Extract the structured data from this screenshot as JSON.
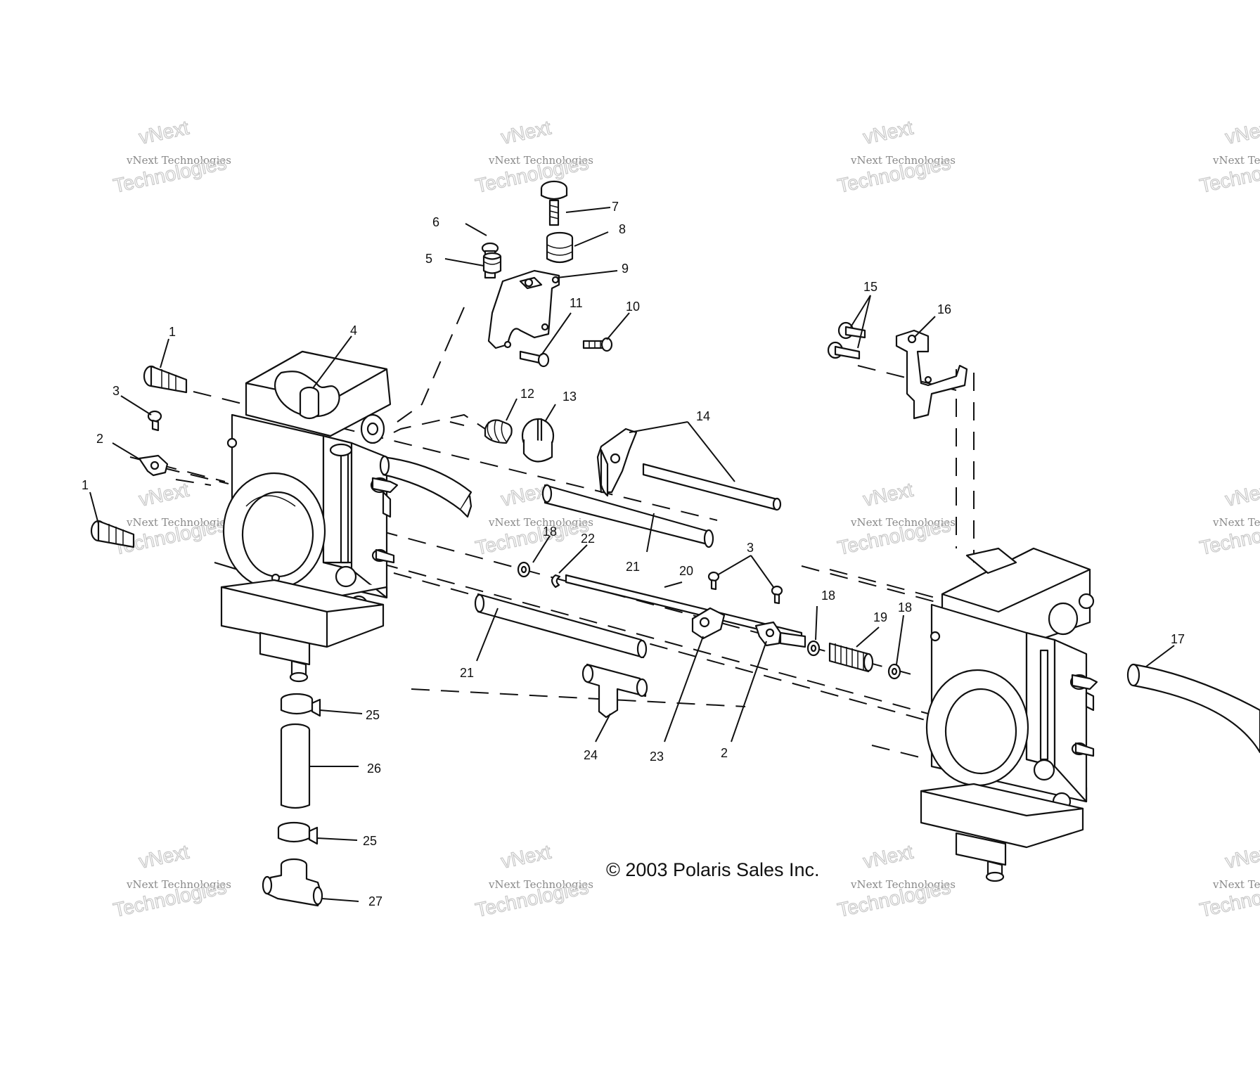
{
  "copyright": "© 2003 Polaris Sales Inc.",
  "watermark": {
    "line1": "vNext",
    "line2": "vNext Technologies",
    "line3": "Technologies"
  },
  "callouts": {
    "c1a": "1",
    "c1b": "1",
    "c2a": "2",
    "c2b": "2",
    "c3a": "3",
    "c3b": "3",
    "c4": "4",
    "c5": "5",
    "c6": "6",
    "c7": "7",
    "c8": "8",
    "c9": "9",
    "c10": "10",
    "c11": "11",
    "c12": "12",
    "c13": "13",
    "c14": "14",
    "c15": "15",
    "c16": "16",
    "c17": "17",
    "c18a": "18",
    "c18b": "18",
    "c18c": "18",
    "c19": "19",
    "c20": "20",
    "c21a": "21",
    "c21b": "21",
    "c22": "22",
    "c23": "23",
    "c24": "24",
    "c25a": "25",
    "c25b": "25",
    "c26": "26",
    "c27": "27"
  }
}
